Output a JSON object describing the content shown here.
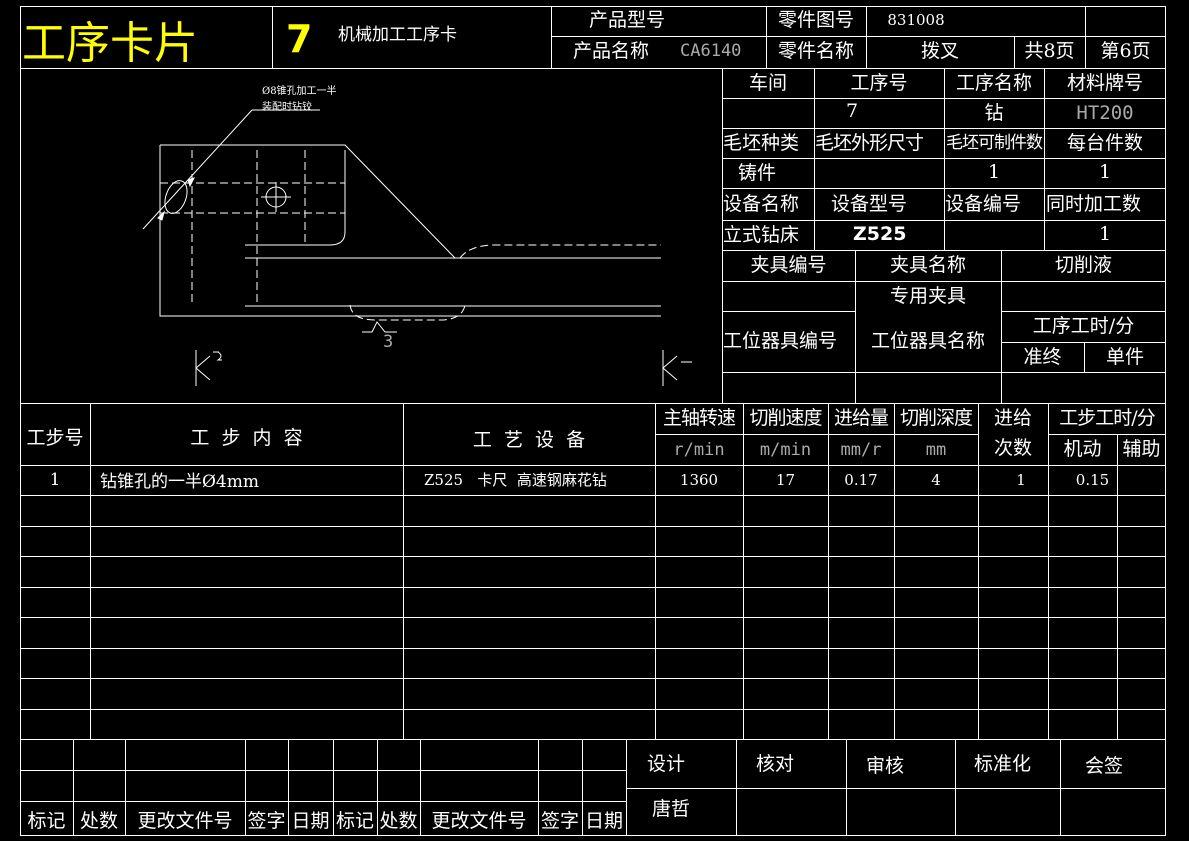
{
  "card": {
    "title": "工序卡片",
    "op_no": "7",
    "subtitle": "机械加工工序卡"
  },
  "header": {
    "product_model_label": "产品型号",
    "product_model_value": "",
    "part_drawing_label": "零件图号",
    "part_drawing_value": "831008",
    "product_name_label": "产品名称",
    "product_name_value": "CA6140",
    "part_name_label": "零件名称",
    "part_name_value": "拨叉",
    "total_pages": "共8页",
    "page_no": "第6页"
  },
  "info": {
    "workshop_label": "车间",
    "op_no_label": "工序号",
    "op_name_label": "工序名称",
    "material_label": "材料牌号",
    "workshop_value": "",
    "op_no_value": "7",
    "op_name_value": "钻",
    "material_value": "HT200",
    "blank_type_label": "毛坯种类",
    "blank_size_label": "毛坯外形尺寸",
    "blank_qty_label": "毛坯可制件数",
    "per_unit_label": "每台件数",
    "blank_type_value": "铸件",
    "blank_size_value": "",
    "blank_qty_value": "1",
    "per_unit_value": "1",
    "equip_name_label": "设备名称",
    "equip_model_label": "设备型号",
    "equip_no_label": "设备编号",
    "simul_label": "同时加工数",
    "equip_name_value": "立式钻床",
    "equip_model_value": "Z525",
    "equip_no_value": "",
    "simul_value": "1",
    "fixture_no_label": "夹具编号",
    "fixture_name_label": "夹具名称",
    "coolant_label": "切削液",
    "fixture_name_value": "专用夹具",
    "station_tool_no_label": "工位器具编号",
    "station_tool_name_label": "工位器具名称",
    "op_time_label": "工序工时/分",
    "prep_label": "准终",
    "unit_label": "单件"
  },
  "drawing": {
    "note_line1": "Ø8锥孔加工一半",
    "note_line2": "装配时钻铰",
    "roughness": "3"
  },
  "steps_table": {
    "headers": {
      "step_no": "工步号",
      "content": "工  步  内  容",
      "equipment": "工  艺  设  备",
      "spindle_speed": "主轴转速",
      "cutting_speed": "切削速度",
      "feed": "进给量",
      "depth": "切削深度",
      "passes_line1": "进给",
      "passes_line2": "次数",
      "step_time": "工步工时/分",
      "machine": "机动",
      "aux": "辅助"
    },
    "units": {
      "spindle_speed": "r/min",
      "cutting_speed": "m/min",
      "feed": "mm/r",
      "depth": "mm"
    },
    "rows": [
      {
        "step_no": "1",
        "content": "钻锥孔的一半Ø4mm",
        "equipment": "Z525   卡尺  高速钢麻花钻",
        "spindle_speed": "1360",
        "cutting_speed": "17",
        "feed": "0.17",
        "depth": "4",
        "passes": "1",
        "machine": "0.15",
        "aux": ""
      }
    ]
  },
  "footer": {
    "mark1": "标记",
    "count1": "处数",
    "change_doc1": "更改文件号",
    "sign1": "签字",
    "date1": "日期",
    "mark2": "标记",
    "count2": "处数",
    "change_doc2": "更改文件号",
    "sign2": "签字",
    "date2": "日期",
    "design_label": "设计",
    "check_label": "核对",
    "review_label": "审核",
    "standard_label": "标准化",
    "countersign_label": "会签",
    "designer": "唐哲"
  }
}
